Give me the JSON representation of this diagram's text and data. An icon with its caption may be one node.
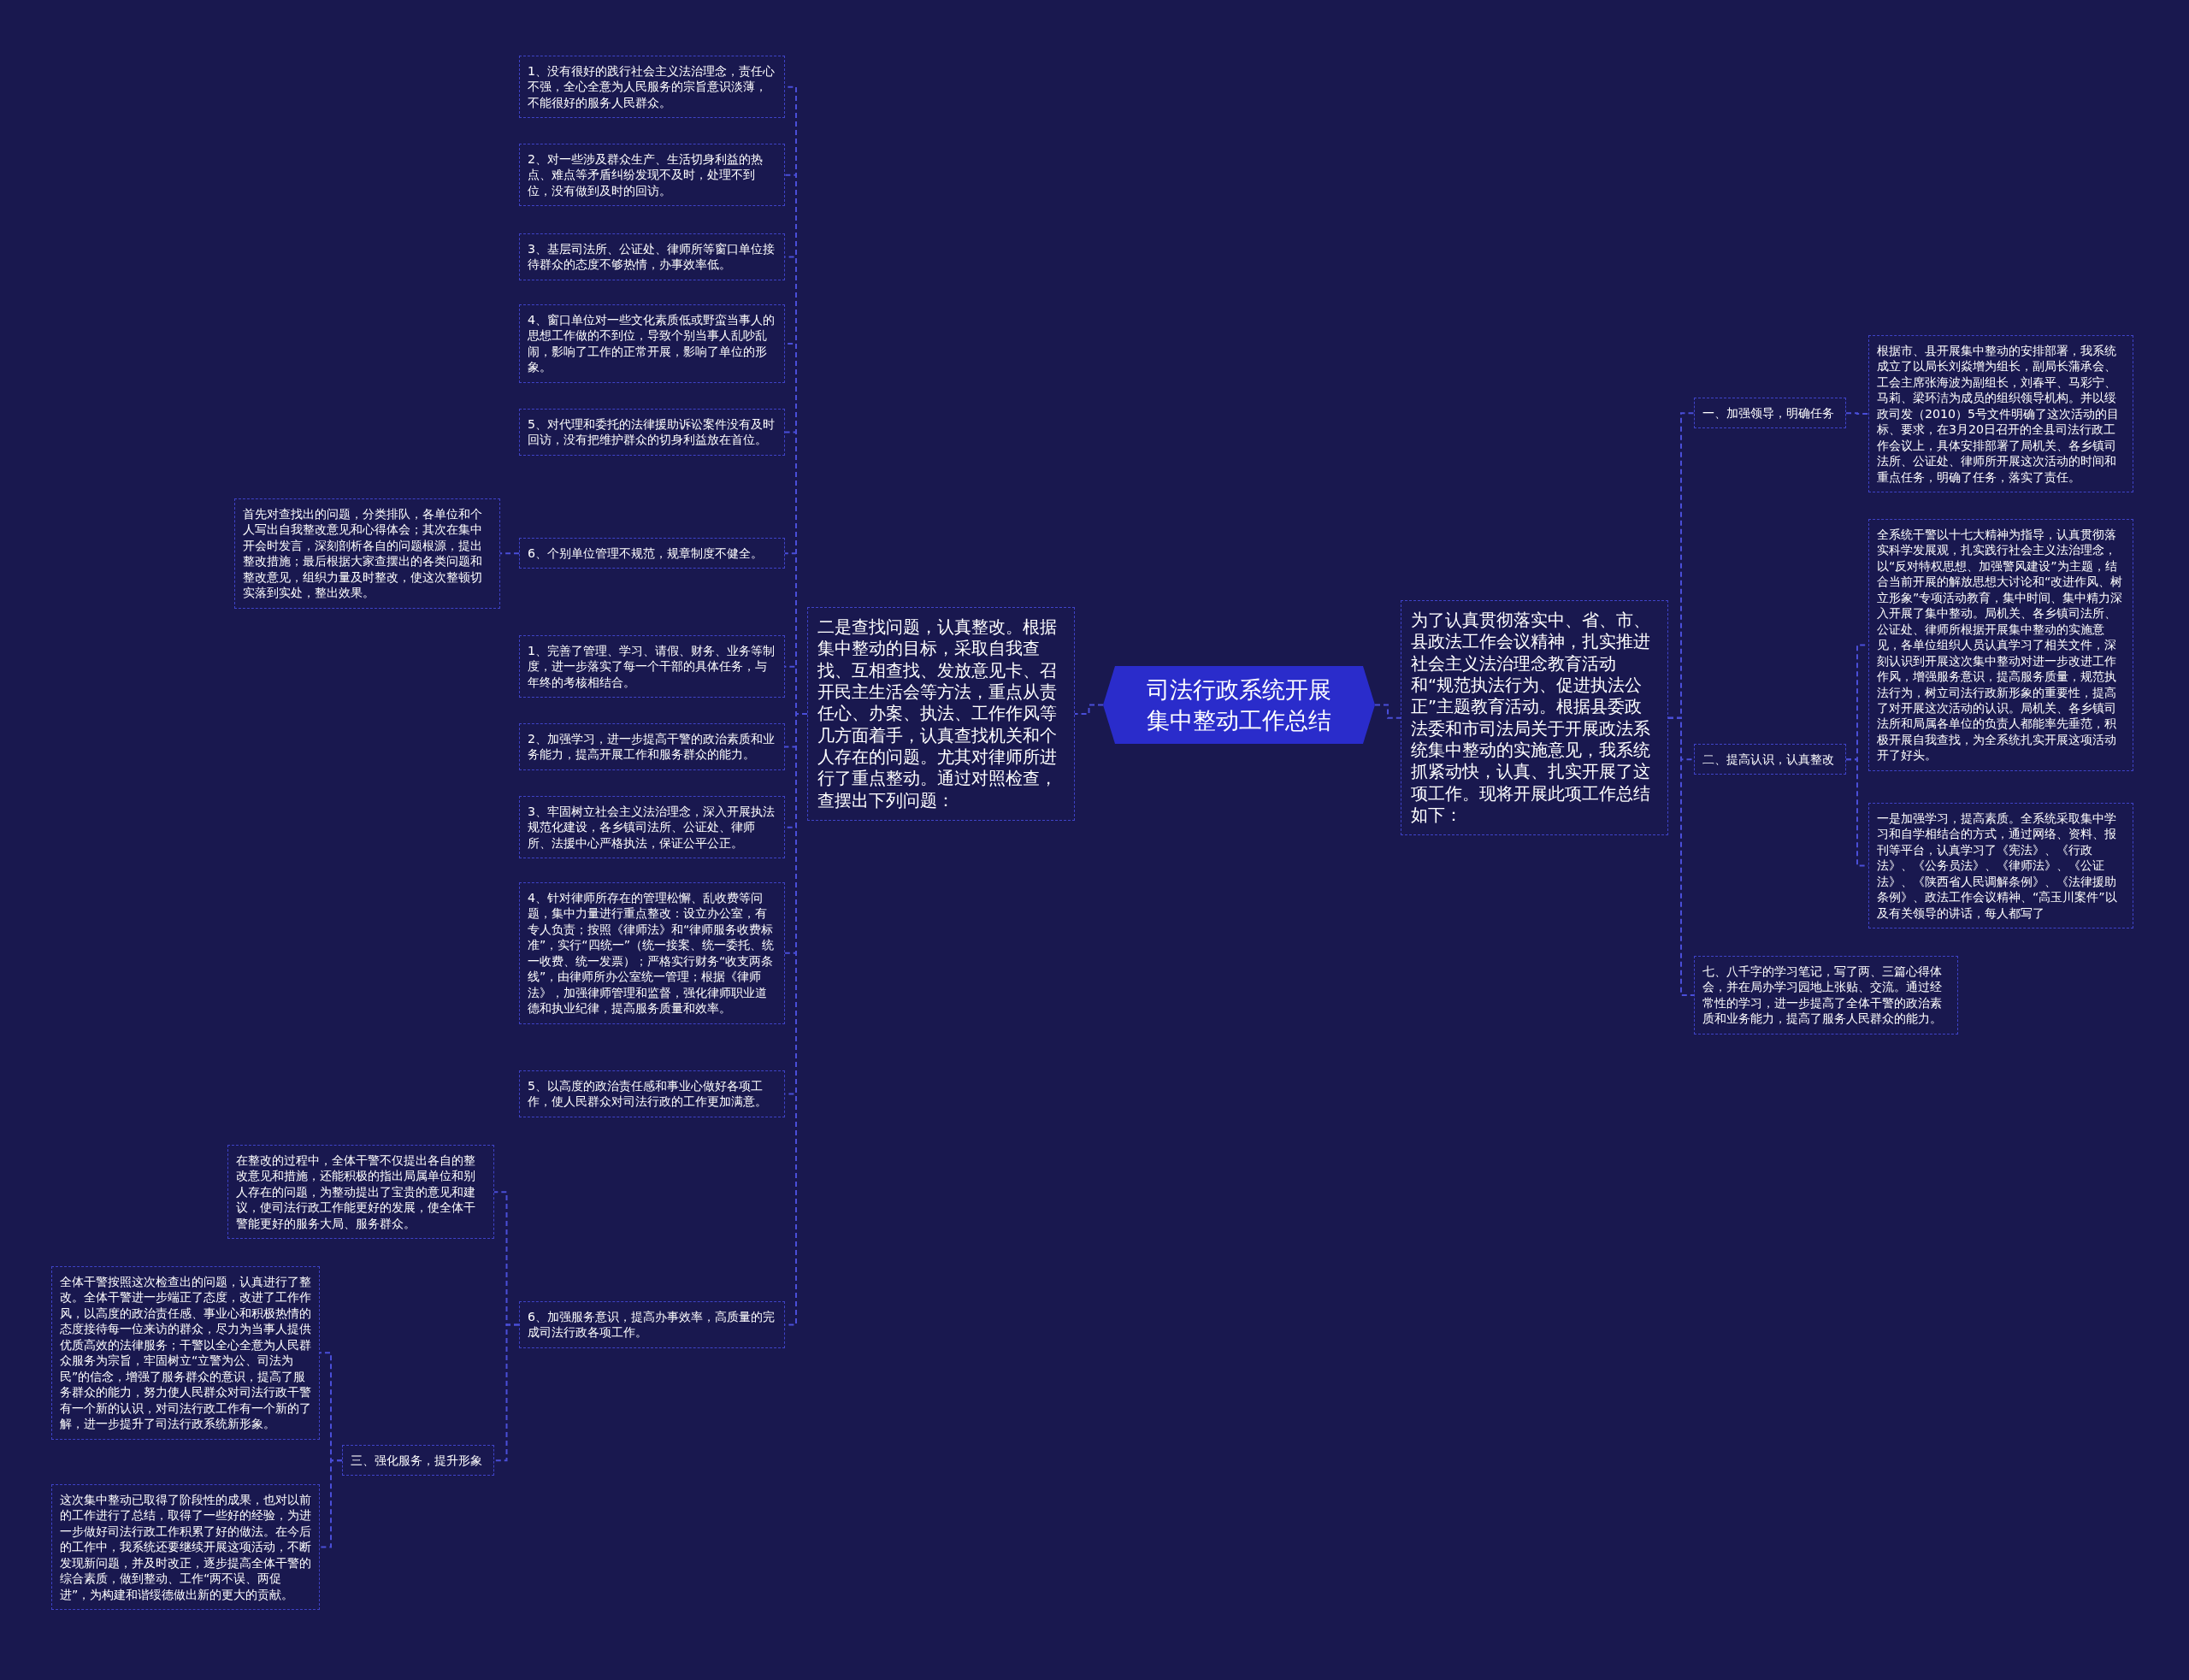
{
  "diagram": {
    "nodes": [
      {
        "text": [
          "司法行政系统开展集中整动工作总结"
        ]
      },
      {
        "text": [
          "为了认真贯彻落实中、省、市、县政法工作会议精神，扎实推进社会主义法治理念教育活动和“规范执法行为、促进执法公正”主题教育活动。根据县委政法委和市司法局关于开展政法系统集中整动的实施意见，我系统抓紧动快，认真、扎实开展了这项工作。现将开展此项工作总结如下："
        ]
      },
      {
        "text": [
          "一、加强领导，明确任务"
        ]
      },
      {
        "text": [
          "二、提高认识，认真整改"
        ]
      },
      {
        "text": [
          "七、八千字的学习笔记，写了两、三篇心得体会，并在局办学习园地上张贴、交流。通过经常性的学习，进一步提高了全体干警的政治素质和业务能力，提高了服务人民群众的能力。"
        ]
      },
      {
        "text": [
          "根据市、县开展集中整动的安排部署，我系统成立了以局长刘焱增为组长，副局长蒲承会、工会主席张海波为副组长，刘春平、马彩宁、马莉、梁环洁为成员的组织领导机构。并以绥政司发（2010）5号文件明确了这次活动的目标、要求，在3月20日召开的全县司法行政工作会议上，具体安排部署了局机关、各乡镇司法所、公证处、律师所开展这次活动的时间和重点任务，明确了任务，落实了责任。"
        ]
      },
      {
        "text": [
          "全系统干警以十七大精神为指导，认真贯彻落实科学发展观，扎实践行社会主义法治理念，以“反对特权思想、加强警风建设”为主题，结合当前开展的解放思想大讨论和“改进作风、树立形象”专项活动教育，集中时间、集中精力深入开展了集中整动。局机关、各乡镇司法所、公证处、律师所根据开展集中整动的实施意见，各单位组织人员认真学习了相关文件，深刻认识到开展这次集中整动对进一步改进工作作风，增强服务意识，提高服务质量，规范执法行为，树立司法行政新形象的重要性，提高了对开展这次活动的认识。局机关、各乡镇司法所和局属各单位的负责人都能率先垂范，积极开展自我查找，为全系统扎实开展这项活动开了好头。"
        ]
      },
      {
        "text": [
          "一是加强学习，提高素质。全系统采取集中学习和自学相结合的方式，通过网络、资料、报刊等平台，认真学习了《宪法》、《行政法》、《公务员法》、《律师法》、《公证法》、《陕西省人民调解条例》、《法律援助条例》、政法工作会议精神、“高玉川案件”以及有关领导的讲话，每人都写了"
        ]
      },
      {
        "text": [
          "二是查找问题，认真整改。根据集中整动的目标，采取自我查找、互相查找、发放意见卡、召开民主生活会等方法，重点从责任心、办案、执法、工作作风等几方面着手，认真查找机关和个人存在的问题。尤其对律师所进行了重点整动。通过对照检查，查摆出下列问题："
        ]
      },
      {
        "text": [
          "1、没有很好的践行社会主义法治理念，责任心不强，全心全意为人民服务的宗旨意识淡薄，不能很好的服务人民群众。"
        ]
      },
      {
        "text": [
          "2、对一些涉及群众生产、生活切身利益的热点、难点等矛盾纠纷发现不及时，处理不到位，没有做到及时的回访。"
        ]
      },
      {
        "text": [
          "3、基层司法所、公证处、律师所等窗口单位接待群众的态度不够热情，办事效率低。"
        ]
      },
      {
        "text": [
          "4、窗口单位对一些文化素质低或野蛮当事人的思想工作做的不到位，导致个别当事人乱吵乱闹，影响了工作的正常开展，影响了单位的形象。"
        ]
      },
      {
        "text": [
          "5、对代理和委托的法律援助诉讼案件没有及时回访，没有把维护群众的切身利益放在首位。"
        ]
      },
      {
        "text": [
          "6、个别单位管理不规范，规章制度不健全。"
        ]
      },
      {
        "text": [
          "首先对查找出的问题，分类排队，各单位和个人写出自我整改意见和心得体会；其次在集中开会时发言，深刻剖析各自的问题根源，提出整改措施；最后根据大家查摆出的各类问题和整改意见，组织力量及时整改，使这次整顿切实落到实处，整出效果。"
        ]
      },
      {
        "text": [
          "1、完善了管理、学习、请假、财务、业务等制度，进一步落实了每一个干部的具体任务，与年终的考核相结合。"
        ]
      },
      {
        "text": [
          "2、加强学习，进一步提高干警的政治素质和业务能力，提高开展工作和服务群众的能力。"
        ]
      },
      {
        "text": [
          "3、牢固树立社会主义法治理念，深入开展执法规范化建设，各乡镇司法所、公证处、律师所、法援中心严格执法，保证公平公正。"
        ]
      },
      {
        "text": [
          "4、针对律师所存在的管理松懈、乱收费等问题，集中力量进行重点整改：设立办公室，有专人负责；按照《律师法》和“律师服务收费标准”，实行“四统一”（统一接案、统一委托、统一收费、统一发票）；严格实行财务“收支两条线”，由律师所办公室统一管理；根据《律师法》，加强律师管理和监督，强化律师职业道德和执业纪律，提高服务质量和效率。"
        ]
      },
      {
        "text": [
          "5、以高度的政治责任感和事业心做好各项工作，使人民群众对司法行政的工作更加满意。"
        ]
      },
      {
        "text": [
          "6、加强服务意识，提高办事效率，高质量的完成司法行政各项工作。"
        ]
      },
      {
        "text": [
          "在整改的过程中，全体干警不仅提出各自的整改意见和措施，还能积极的指出局属单位和别人存在的问题，为整动提出了宝贵的意见和建议，使司法行政工作能更好的发展，使全体干警能更好的服务大局、服务群众。"
        ]
      },
      {
        "text": [
          "三、强化服务，提升形象"
        ]
      },
      {
        "text": [
          "全体干警按照这次检查出的问题，认真进行了整改。全体干警进一步端正了态度，改进了工作作风，以高度的政治责任感、事业心和积极热情的态度接待每一位来访的群众，尽力为当事人提供优质高效的法律服务；干警以全心全意为人民群众服务为宗旨，牢固树立“立警为公、司法为民”的信念，增强了服务群众的意识，提高了服务群众的能力，努力使人民群众对司法行政干警有一个新的认识，对司法行政工作有一个新的了解，进一步提升了司法行政系统新形象。"
        ]
      },
      {
        "text": [
          "这次集中整动已取得了阶段性的成果，也对以前的工作进行了总结，取得了一些好的经验，为进一步做好司法行政工作积累了好的做法。在今后的工作中，我系统还要继续开展这项活动，不断发现新问题，并及时改正，逐步提高全体干警的综合素质，做到整动、工作“两不误、两促进”，为构建和谐绥德做出新的更大的贡献。"
        ]
      }
    ],
    "edges": [
      {
        "from": 0,
        "to": 1,
        "arrow": "none"
      },
      {
        "from": 1,
        "to": 2,
        "arrow": "none"
      },
      {
        "from": 1,
        "to": 3,
        "arrow": "none"
      },
      {
        "from": 1,
        "to": 4,
        "arrow": "none"
      },
      {
        "from": 2,
        "to": 5,
        "arrow": "none"
      },
      {
        "from": 3,
        "to": 6,
        "arrow": "none"
      },
      {
        "from": 3,
        "to": 7,
        "arrow": "none"
      },
      {
        "from": 0,
        "to": 8,
        "arrow": "none"
      },
      {
        "from": 8,
        "to": 9,
        "arrow": "none"
      },
      {
        "from": 8,
        "to": 10,
        "arrow": "none"
      },
      {
        "from": 8,
        "to": 11,
        "arrow": "none"
      },
      {
        "from": 8,
        "to": 12,
        "arrow": "none"
      },
      {
        "from": 8,
        "to": 13,
        "arrow": "none"
      },
      {
        "from": 8,
        "to": 14,
        "arrow": "none"
      },
      {
        "from": 14,
        "to": 15,
        "arrow": "none"
      },
      {
        "from": 8,
        "to": 16,
        "arrow": "none"
      },
      {
        "from": 8,
        "to": 17,
        "arrow": "none"
      },
      {
        "from": 8,
        "to": 18,
        "arrow": "none"
      },
      {
        "from": 8,
        "to": 19,
        "arrow": "none"
      },
      {
        "from": 8,
        "to": 20,
        "arrow": "none"
      },
      {
        "from": 8,
        "to": 21,
        "arrow": "none"
      },
      {
        "from": 21,
        "to": 22,
        "arrow": "none"
      },
      {
        "from": 21,
        "to": 23,
        "arrow": "none"
      },
      {
        "from": 23,
        "to": 24,
        "arrow": "none"
      },
      {
        "from": 23,
        "to": 25,
        "arrow": "none"
      }
    ]
  }
}
